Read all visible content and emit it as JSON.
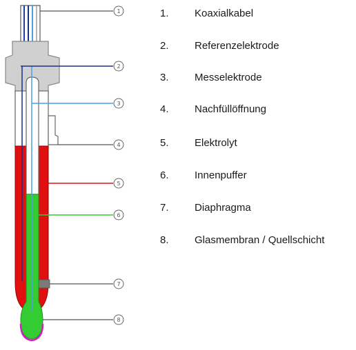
{
  "legend": [
    {
      "num": "1.",
      "label": "Koaxialkabel"
    },
    {
      "num": "2.",
      "label": "Referenzelektrode"
    },
    {
      "num": "3.",
      "label": "Messelektrode"
    },
    {
      "num": "4.",
      "label": "Nachfüllöffnung"
    },
    {
      "num": "5.",
      "label": "Elektrolyt"
    },
    {
      "num": "6.",
      "label": "Innenpuffer"
    },
    {
      "num": "7.",
      "label": "Diaphragma"
    },
    {
      "num": "8.",
      "label": "Glasmembran / Quellschicht"
    }
  ],
  "callouts": [
    "1",
    "2",
    "3",
    "4",
    "5",
    "6",
    "7",
    "8"
  ],
  "colors": {
    "cable": "#1f3fa0",
    "reference_wire": "#1a2f8a",
    "measuring_wire": "#4aa0e0",
    "electrolyte": "#e01010",
    "inner_buffer": "#33cc33",
    "membrane_rim": "#d020c0",
    "head": "#d0d0d0",
    "diaphragm": "#7a7a7a"
  }
}
